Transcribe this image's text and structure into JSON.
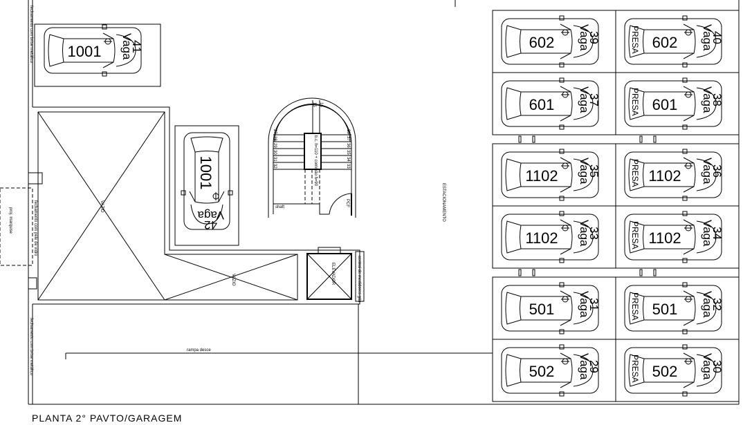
{
  "title": "PLANTA 2° PAVTO/GARAGEM",
  "labels": {
    "brise_top": "fechamento com brise metálico",
    "brise_bottom": "fechamento com brise metálico",
    "pele_vidro": "fechamento com pele de vidro",
    "marquise": "proj. marquise",
    "vazio1": "VAZIO",
    "vazio2": "VAZIO",
    "elevador": "ELEVADOR",
    "medidores": "central de medidores gás",
    "rampa": "rampa desce",
    "estacionamento": "ESTACIONAMENTO",
    "shaft": "shaft",
    "pcf": "PCF",
    "guarda_corpo": "b.c. h=110 + corrimão h=90",
    "steps_left": [
      "27",
      "28",
      "29",
      "30",
      "31",
      "32"
    ],
    "steps_right": [
      "38",
      "37",
      "36",
      "35",
      "34",
      "33"
    ],
    "steps_top": [
      "15",
      "16"
    ]
  },
  "vaga_word": "Vaga",
  "presa_word": "PRESA",
  "left_spots": [
    {
      "unit": "1001",
      "vaga": "41"
    },
    {
      "unit": "1001",
      "vaga": "42"
    }
  ],
  "parking_rows": [
    [
      {
        "unit": "602",
        "vaga": "39",
        "presa": false
      },
      {
        "unit": "602",
        "vaga": "40",
        "presa": true
      }
    ],
    [
      {
        "unit": "601",
        "vaga": "37",
        "presa": false
      },
      {
        "unit": "601",
        "vaga": "38",
        "presa": true
      }
    ],
    [
      {
        "unit": "1102",
        "vaga": "35",
        "presa": false
      },
      {
        "unit": "1102",
        "vaga": "36",
        "presa": true
      }
    ],
    [
      {
        "unit": "1102",
        "vaga": "33",
        "presa": false
      },
      {
        "unit": "1102",
        "vaga": "34",
        "presa": true
      }
    ],
    [
      {
        "unit": "501",
        "vaga": "31",
        "presa": false
      },
      {
        "unit": "501",
        "vaga": "32",
        "presa": true
      }
    ],
    [
      {
        "unit": "502",
        "vaga": "29",
        "presa": false
      },
      {
        "unit": "502",
        "vaga": "30",
        "presa": true
      }
    ]
  ]
}
